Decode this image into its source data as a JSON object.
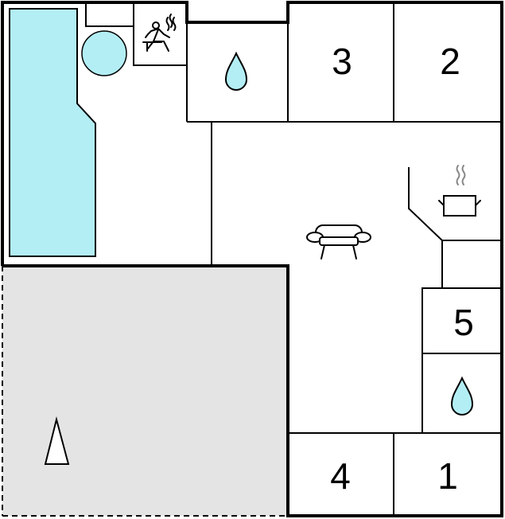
{
  "floorplan": {
    "room_labels": {
      "r1": "1",
      "r2": "2",
      "r3": "3",
      "r4": "4",
      "r5": "5"
    },
    "icons": {
      "pool": "pool-icon",
      "hot_tub": "hot-tub-icon",
      "sauna": "sauna-icon",
      "bathroom_top": "water-drop-icon",
      "bathroom_right": "water-drop-icon",
      "kitchen": "cooking-pot-icon",
      "living_room": "sofa-icon",
      "terrace": "parasol-icon"
    },
    "colors": {
      "water": "#b3eef5",
      "terrace": "#e4e4e4",
      "walls": "#000000"
    }
  }
}
